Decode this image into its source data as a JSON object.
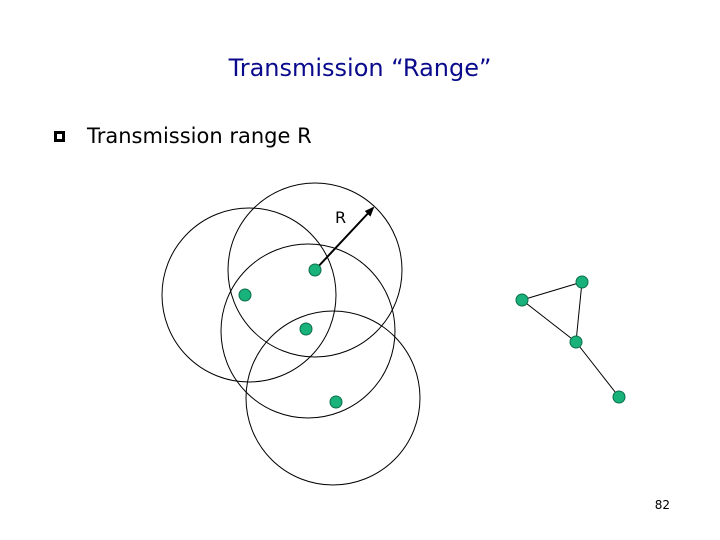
{
  "slide": {
    "title": "Transmission “Range”",
    "bullet_text": "Transmission range R",
    "radius_label": "R",
    "page_number": "82"
  },
  "colors": {
    "title": "#0a0a8c",
    "node_fill": "#19b27a",
    "node_stroke": "#0b6e4a",
    "line": "#000000"
  }
}
